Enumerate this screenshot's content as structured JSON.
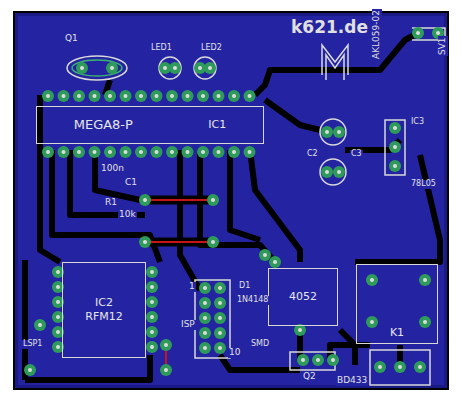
{
  "diagram": {
    "nodes": [
      {
        "text": [
          "MEGA8-P",
          "IC1"
        ]
      },
      {
        "text": [
          "IC2",
          "RFM12"
        ]
      },
      {
        "text": [
          "4052"
        ]
      },
      {
        "text": [
          "K1"
        ]
      }
    ],
    "labels": [
      "k621.de",
      "AKL059-02",
      "SV1",
      "Q1",
      "LED1",
      "LED2",
      "100n",
      "C1",
      "R1",
      "10k",
      "C2",
      "C3",
      "IC3",
      "78L05",
      "ISP",
      "1",
      "10",
      "D1",
      "1N4148",
      "SMD",
      "Q2",
      "BD433",
      "LSP1"
    ]
  }
}
